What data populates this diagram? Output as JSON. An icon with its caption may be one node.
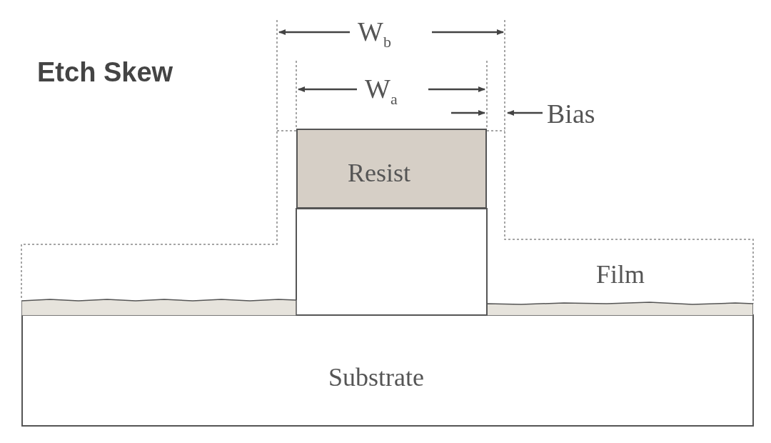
{
  "diagram": {
    "title": "Etch Skew",
    "nodes": [
      {
        "text": [
          "Resist"
        ]
      },
      {
        "text": [
          "Film"
        ]
      },
      {
        "text": [
          "Substrate"
        ]
      }
    ],
    "labels": [
      "W$_{b}$",
      "W$_{a}$",
      "Bias"
    ]
  }
}
